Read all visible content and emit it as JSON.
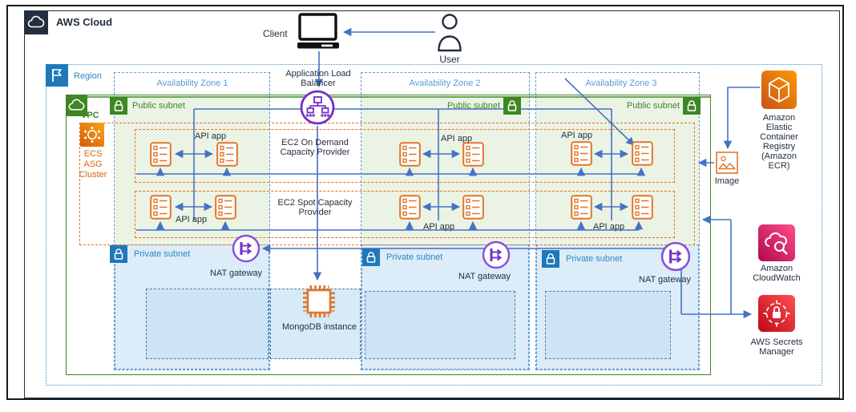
{
  "frame": {
    "aws_cloud": "AWS Cloud",
    "region": "Region",
    "vpc": "VPC"
  },
  "actors": {
    "client": "Client",
    "user": "User"
  },
  "alb": "Application Load\nBalancer",
  "azs": [
    "Availability Zone 1",
    "Availability Zone 2",
    "Availability Zone 3"
  ],
  "labels": {
    "public_subnet": "Public subnet",
    "private_subnet": "Private subnet",
    "api_app": "API app",
    "nat_gateway": "NAT gateway"
  },
  "cluster": {
    "ecs": "ECS\nASG\nCluster",
    "ondemand": "EC2 On Demand\nCapacity Provider",
    "spot": "EC2 Spot Capacity\nProvider"
  },
  "nodes": {
    "mongodb": "MongoDB instance",
    "image": "Image",
    "ecr": "Amazon\nElastic\nContainer\nRegistry\n(Amazon\nECR)",
    "cloudwatch": "Amazon\nCloudWatch",
    "secrets": "AWS Secrets\nManager"
  },
  "colors": {
    "orange": "#D86613",
    "green": "#3F8624",
    "blue": "#1F78B8",
    "az_blue": "#5B9BD5",
    "purple": "#7430C9",
    "arrow_blue": "#4472C4",
    "navy": "#232F3E",
    "ecr_orange": "#F58534",
    "cloudwatch_pink": "#E7157B",
    "secrets_red": "#DD344C"
  }
}
